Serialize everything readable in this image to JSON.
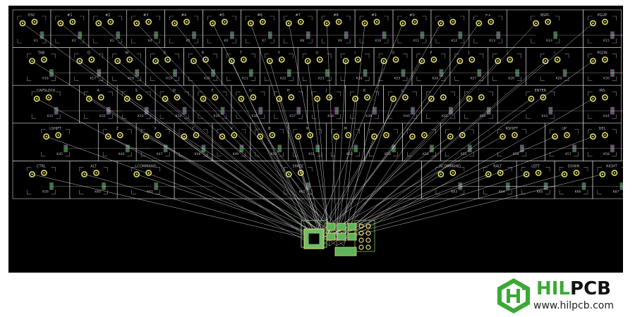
{
  "pcb": {
    "background": "#000000",
    "outline_color": "#cfcfcf",
    "pad_color": "#e7e26a",
    "ratsnest_color": "#ffffff",
    "part_color": "#5fb35a",
    "rows": [
      {
        "keys": [
          {
            "label": "ESC",
            "ref": "K1",
            "w": 1
          },
          {
            "label": "#1",
            "ref": "K2",
            "w": 1
          },
          {
            "label": "#2",
            "ref": "K3",
            "w": 1
          },
          {
            "label": "#3",
            "ref": "K4",
            "w": 1
          },
          {
            "label": "#4",
            "ref": "K5",
            "w": 1
          },
          {
            "label": "#5",
            "ref": "K6",
            "w": 1
          },
          {
            "label": "#6",
            "ref": "K7",
            "w": 1
          },
          {
            "label": "#7",
            "ref": "K8",
            "w": 1
          },
          {
            "label": "#8",
            "ref": "K9",
            "w": 1
          },
          {
            "label": "#9",
            "ref": "K10",
            "w": 1
          },
          {
            "label": "#0",
            "ref": "K11",
            "w": 1
          },
          {
            "label": "-_",
            "ref": "K12",
            "w": 1
          },
          {
            "label": "=+",
            "ref": "K13",
            "w": 1
          },
          {
            "label": "BSPC",
            "ref": "K14",
            "w": 2
          },
          {
            "label": "PGUP",
            "ref": "K15",
            "w": 1
          }
        ]
      },
      {
        "keys": [
          {
            "label": "TAB",
            "ref": "K16",
            "w": 1.5
          },
          {
            "label": "Q",
            "ref": "K17",
            "w": 1
          },
          {
            "label": "W",
            "ref": "K18",
            "w": 1
          },
          {
            "label": "E",
            "ref": "K19",
            "w": 1
          },
          {
            "label": "R",
            "ref": "K20",
            "w": 1
          },
          {
            "label": "T",
            "ref": "K21",
            "w": 1
          },
          {
            "label": "Y",
            "ref": "K22",
            "w": 1
          },
          {
            "label": "U",
            "ref": "K23",
            "w": 1
          },
          {
            "label": "I",
            "ref": "K24",
            "w": 1
          },
          {
            "label": "O",
            "ref": "K25",
            "w": 1
          },
          {
            "label": "P",
            "ref": "K26",
            "w": 1
          },
          {
            "label": "[",
            "ref": "K27",
            "w": 1
          },
          {
            "label": "]",
            "ref": "K28",
            "w": 1
          },
          {
            "label": "\\",
            "ref": "K29",
            "w": 1.5
          },
          {
            "label": "PGDN",
            "ref": "K30",
            "w": 1
          }
        ]
      },
      {
        "keys": [
          {
            "label": "CAPSLOCK",
            "ref": "K31",
            "w": 1.75
          },
          {
            "label": "A",
            "ref": "K32",
            "w": 1
          },
          {
            "label": "S",
            "ref": "K33",
            "w": 1
          },
          {
            "label": "D",
            "ref": "K34",
            "w": 1
          },
          {
            "label": "F",
            "ref": "K35",
            "w": 1
          },
          {
            "label": "G",
            "ref": "K36",
            "w": 1
          },
          {
            "label": "H",
            "ref": "K37",
            "w": 1
          },
          {
            "label": "J",
            "ref": "K38",
            "w": 1
          },
          {
            "label": "K",
            "ref": "K39",
            "w": 1
          },
          {
            "label": "L",
            "ref": "K40",
            "w": 1
          },
          {
            "label": ";",
            "ref": "K41",
            "w": 1
          },
          {
            "label": "'",
            "ref": "K42",
            "w": 1
          },
          {
            "label": "ENTER",
            "ref": "K43",
            "w": 2.25
          },
          {
            "label": "INS",
            "ref": "K44",
            "w": 1
          }
        ]
      },
      {
        "keys": [
          {
            "label": "LSHIFT",
            "ref": "K45",
            "w": 2.25
          },
          {
            "label": "Z",
            "ref": "K46",
            "w": 1
          },
          {
            "label": "X",
            "ref": "K47",
            "w": 1
          },
          {
            "label": "C",
            "ref": "K48",
            "w": 1
          },
          {
            "label": "V",
            "ref": "K49",
            "w": 1
          },
          {
            "label": "B",
            "ref": "K50",
            "w": 1
          },
          {
            "label": "N",
            "ref": "K51",
            "w": 1
          },
          {
            "label": "M",
            "ref": "K52",
            "w": 1
          },
          {
            "label": ",",
            "ref": "K53",
            "w": 1
          },
          {
            "label": ".",
            "ref": "K54",
            "w": 1
          },
          {
            "label": "/",
            "ref": "K55",
            "w": 1
          },
          {
            "label": "RSHIFT",
            "ref": "K56",
            "w": 1.75
          },
          {
            "label": "UP",
            "ref": "K57",
            "w": 1
          },
          {
            "label": "DEL",
            "ref": "K58",
            "w": 1
          }
        ]
      },
      {
        "keys": [
          {
            "label": "CTRL",
            "ref": "K59",
            "w": 1.5
          },
          {
            "label": "ALT",
            "ref": "K60",
            "w": 1.25
          },
          {
            "label": "LCOMMAND",
            "ref": "K61",
            "w": 1.5
          },
          {
            "label": "SPACE",
            "ref": "K62",
            "w": 6.5
          },
          {
            "label": "RCOMMAND",
            "ref": "K63",
            "w": 1.5
          },
          {
            "label": "RALT",
            "ref": "K64",
            "w": 1
          },
          {
            "label": "LEFT",
            "ref": "K65",
            "w": 1
          },
          {
            "label": "DOWN",
            "ref": "K66",
            "w": 1
          },
          {
            "label": "RIGHT",
            "ref": "K67",
            "w": 1
          }
        ]
      }
    ]
  },
  "logo": {
    "brand_part1": "HIL",
    "brand_part2": "PCB",
    "url": "www.hilpcb.com",
    "green": "#3aa935"
  }
}
